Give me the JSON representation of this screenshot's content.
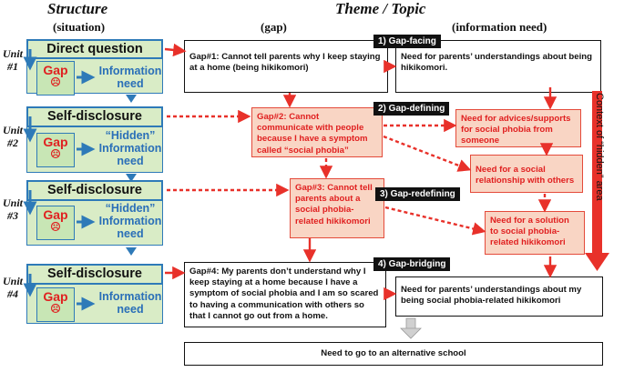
{
  "headers": {
    "structure": "Structure",
    "situation": "(situation)",
    "theme": "Theme / Topic",
    "gap": "(gap)",
    "info_need": "(information need)"
  },
  "units": [
    {
      "label": "Unit #1",
      "line1": "Unit",
      "line2": "#1",
      "header": "Direct question",
      "gap": "Gap",
      "face": "☹",
      "info_line1": "Information",
      "info_line2": "need",
      "info_line3": ""
    },
    {
      "label": "Unit #2",
      "line1": "Unit",
      "line2": "#2",
      "header": "Self-disclosure",
      "gap": "Gap",
      "face": "☹",
      "info_line1": "“Hidden”",
      "info_line2": "Information",
      "info_line3": "need"
    },
    {
      "label": "Unit #3",
      "line1": "Unit",
      "line2": "#3",
      "header": "Self-disclosure",
      "gap": "Gap",
      "face": "☹",
      "info_line1": "“Hidden”",
      "info_line2": "Information",
      "info_line3": "need"
    },
    {
      "label": "Unit #4",
      "line1": "Unit",
      "line2": "#4",
      "header": "Self-disclosure",
      "gap": "Gap",
      "face": "☹",
      "info_line1": "Information",
      "info_line2": "need",
      "info_line3": ""
    }
  ],
  "tags": {
    "t1": "1) Gap-facing",
    "t2": "2) Gap-defining",
    "t3": "3) Gap-redefining",
    "t4": "4) Gap-bridging"
  },
  "gaps": {
    "g1": "Gap#1: Cannot tell parents why I keep staying at a home (being hikikomori)",
    "g2": "Gap#2: Cannot communicate with people because I have a symptom called “social phobia”",
    "g3": "Gap#3: Cannot tell parents about a social phobia-related hikikomori",
    "g4": "Gap#4: My parents don’t understand why I keep staying at a home because I have a symptom of social phobia and I am so scared to having a communication with others so that I cannot go out from a home."
  },
  "needs": {
    "n1": "Need for parents’ understandings about being hikikomori.",
    "n2": "Need for advices/supports for social phobia from someone",
    "n3": "Need for a social relationship with others",
    "n4": "Need for a solution to social phobia-related hikikomori",
    "n5": "Need for parents’ understandings about my being social phobia-related hikikomori",
    "final": "Need to go to an alternative school"
  },
  "context_label": "Context of “hidden” area",
  "colors": {
    "red": "#e8312a",
    "blue": "#2e7ab8",
    "green": "#d9ecc6",
    "pink": "#f9d5c4"
  }
}
